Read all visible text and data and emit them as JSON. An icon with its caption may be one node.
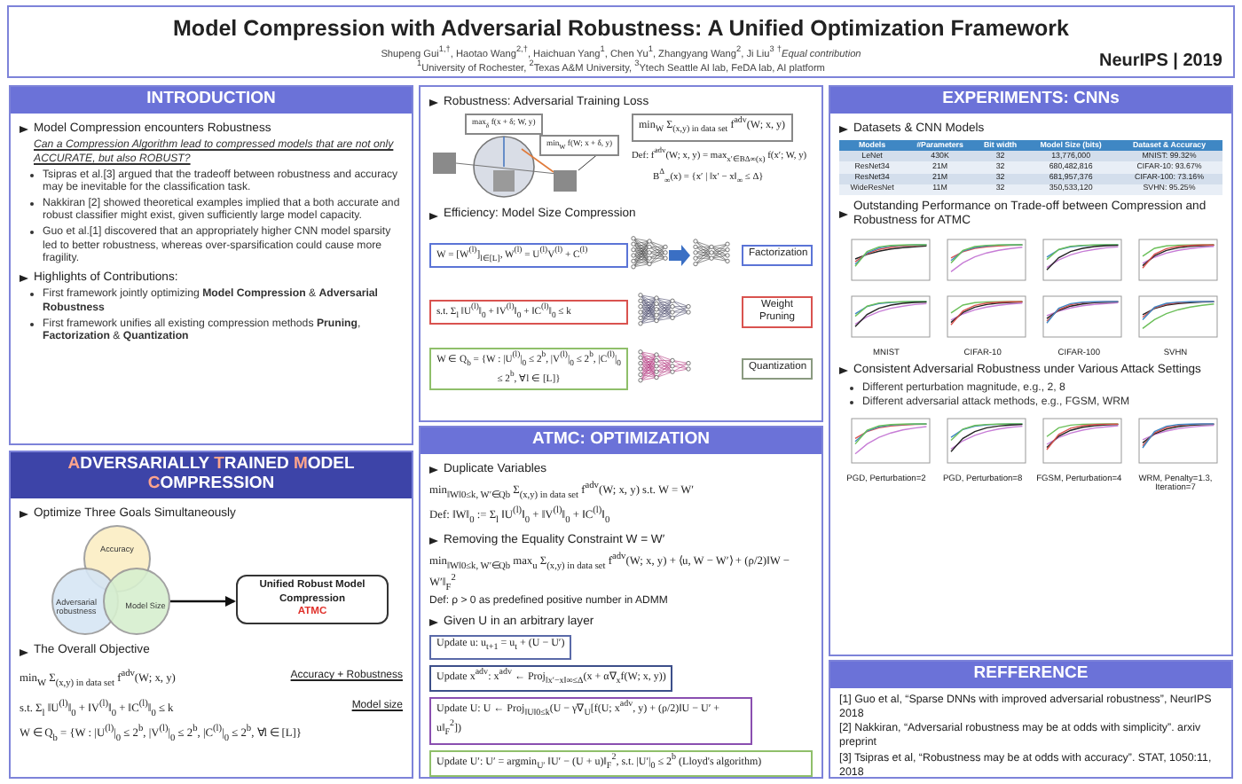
{
  "diagram": {
    "title": "Model Compression with Adversarial Robustness: A Unified Optimization Framework",
    "nodes": [
      {
        "text": [
          "INTRODUCTION"
        ]
      },
      {
        "text": [
          "ADVERSARIALLY TRAINED MODEL COMPRESSION"
        ]
      },
      {
        "text": [
          "Accuracy"
        ],
        "in": 1
      },
      {
        "text": [
          "Adversarial robustness"
        ],
        "in": 1
      },
      {
        "text": [
          "Model Size"
        ],
        "in": 1
      },
      {
        "text": [
          "Unified Robust Model Compression",
          "ATMC"
        ],
        "in": 1
      },
      {
        "text": [
          "max$_{δ}$ f(x + δ; W, y)"
        ]
      },
      {
        "text": [
          "min$_{W}$ f(W; x + δ, y)"
        ]
      },
      {
        "text": [
          "min$_{W}$ Σ$_{(x,y) in data set}$ f$^{adv}$(W; x, y)"
        ]
      },
      {
        "text": [
          "W = [W$^{(l)}$]$_{l∈[L]}$, W$^{(l)}$ = U$^{(l)}$V$^{(l)}$ + C$^{(l)}$"
        ]
      },
      {
        "text": [
          "Factorization"
        ]
      },
      {
        "text": [
          "s.t. Σ$_{l}$ ‖U$^{(l)}$‖$_{0}$ + ‖V$^{(l)}$‖$_{0}$ + ‖C$^{(l)}$‖$_{0}$ ≤ k"
        ]
      },
      {
        "text": [
          "Weight Pruning"
        ]
      },
      {
        "text": [
          "W ∈ Q$_{b}$ = {W : |U$^{(l)}$|$_{0}$ ≤ 2$^{b}$, |V$^{(l)}$|$_{0}$ ≤ 2$^{b}$, |C$^{(l)}$|$_{0}$ ≤ 2$^{b}$, ∀l ∈ [L]}"
        ]
      },
      {
        "text": [
          "Quantization"
        ]
      },
      {
        "text": [
          "ATMC: OPTIMIZATION"
        ]
      },
      {
        "text": [
          "Update u: u$_{t+1}$ = u$_{t}$ + (U − U′)"
        ],
        "in": 15
      },
      {
        "text": [
          "Update x$^{adv}$: x$^{adv}$ ← Proj$_{‖x′−x‖∞≤Δ}$(x + α∇$_{x}$f(W; x, y))"
        ],
        "in": 15
      },
      {
        "text": [
          "Update U: U ← Proj$_{‖U‖0≤k}$(U − γ∇$_{U}$[f(U; x$^{adv}$, y) + (ρ/2)‖U − U′ + u‖$_{F}$$^{2}$])"
        ],
        "in": 15
      },
      {
        "text": [
          "Update U′: U′ = argmin$_{U′}$ ‖U′ − (U + u)‖$_{F}$$^{2}$, s.t. |U′|$_{0}$ ≤ 2$^{b}$ (Lloyd's algorithm)"
        ],
        "in": 15
      },
      {
        "text": [
          "EXPERIMENTS: CNNs"
        ]
      },
      {
        "text": [
          "REFFERENCE"
        ]
      }
    ],
    "edges": [
      {
        "from": 4,
        "to": 5,
        "arrow": "to"
      }
    ],
    "labels": [
      "Shupeng Gui$^{1,†}$, Haotao Wang$^{2,†}$, Haichuan Yang$^{1}$, Chen Yu$^{1}$, Zhangyang Wang$^{2}$, Ji Liu$^{3}$ $^{†}$*Equal contribution*",
      "$^{1}$University of Rochester, $^{2}$Texas A&M University, $^{3}$Ytech Seattle AI lab, FeDA lab, AI platform",
      "NeurIPS | 2019",
      "Model Compression encounters Robustness",
      "Can a Compression Algorithm lead to compressed models that are not only ACCURATE, but also ROBUST?",
      "Tsipras et al.[3] argued that the tradeoff between robustness and accuracy may be inevitable for the classification task.",
      "Nakkiran [2] showed theoretical examples implied that a both accurate and robust classifier might exist, given sufficiently large model capacity.",
      "Guo et al.[1] discovered that an appropriately higher CNN model sparsity led to better robustness, whereas over-sparsification could cause more fragility.",
      "Highlights of Contributions:",
      "First framework jointly optimizing **Model Compression** & **Adversarial Robustness**",
      "First framework unifies all existing compression methods **Pruning**, **Factorization** & **Quantization**",
      "Optimize Three Goals Simultaneously",
      "The Overall Objective",
      "min$_{W}$ Σ$_{(x,y) in data set}$ f$^{adv}$(W; x, y)",
      "Accuracy + Robustness",
      "s.t. Σ$_{l}$ ‖U$^{(l)}$‖$_{0}$ + ‖V$^{(l)}$‖$_{0}$ + ‖C$^{(l)}$‖$_{0}$ ≤ k",
      "Model size",
      "W ∈ Q$_{b}$ = {W : |U$^{(l)}$|$_{0}$ ≤ 2$^{b}$, |V$^{(l)}$|$_{0}$ ≤ 2$^{b}$, |C$^{(l)}$|$_{0}$ ≤ 2$^{b}$, ∀l ∈ [L]}",
      "Robustness: Adversarial Training Loss",
      "Def: f$^{adv}$(W; x, y) = max$_{x′∈BΔ∞(x)}$ f(x′; W, y)",
      "B$^{Δ}$$_{∞}$(x) = {x′ | ‖x′ − x‖$_{∞}$ ≤ Δ}",
      "Efficiency: Model Size Compression",
      "Duplicate Variables",
      "min$_{‖W‖0≤k, W′∈Qb}$ Σ$_{(x,y) in data set}$ f$^{adv}$(W; x, y) s.t. W = W′",
      "Def: ‖W‖$_{0}$ := Σ$_{l}$ ‖U$^{(l)}$‖$_{0}$ + ‖V$^{(l)}$‖$_{0}$ + ‖C$^{(l)}$‖$_{0}$",
      "Removing the Equality Constraint W = W′",
      "min$_{‖W‖0≤k, W′∈Qb}$ max$_{u}$ Σ$_{(x,y) in data set}$ f$^{adv}$(W; x, y) + ⟨u, W − W′⟩ + (ρ/2)‖W − W′‖$_{F}$$^{2}$",
      "Def: ρ > 0 as predefined positive number in ADMM",
      "Given U in an arbitrary layer",
      "Datasets & CNN Models",
      "Models",
      "#Parameters",
      "Bit width",
      "Model Size (bits)",
      "Dataset & Accuracy",
      "LeNet",
      "430K",
      "32",
      "13,776,000",
      "MNIST: 99.32%",
      "ResNet34",
      "21M",
      "32",
      "680,482,816",
      "CIFAR-10: 93.67%",
      "ResNet34",
      "21M",
      "32",
      "681,957,376",
      "CIFAR-100: 73.16%",
      "WideResNet",
      "11M",
      "32",
      "350,533,120",
      "SVHN: 95.25%",
      "Outstanding Performance on Trade-off between Compression and Robustness for ATMC",
      "MNIST",
      "CIFAR-10",
      "CIFAR-100",
      "SVHN",
      "Consistent Adversarial Robustness under Various Attack Settings",
      "Different perturbation magnitude, e.g., 2, 8",
      "Different adversarial attack methods, e.g., FGSM, WRM",
      "PGD, Perturbation=2",
      "PGD, Perturbation=8",
      "FGSM, Perturbation=4",
      "WRM, Penalty=1.3, Iteration=7",
      "[1] Guo et al, “Sparse DNNs with improved adversarial robustness”, NeurIPS 2018",
      "[2] Nakkiran, “Adversarial robustness may be at odds with simplicity”. arxiv preprint",
      "[3] Tsipras et al, “Robustness may be at odds with accuracy”. STAT, 1050:11, 2018"
    ]
  }
}
